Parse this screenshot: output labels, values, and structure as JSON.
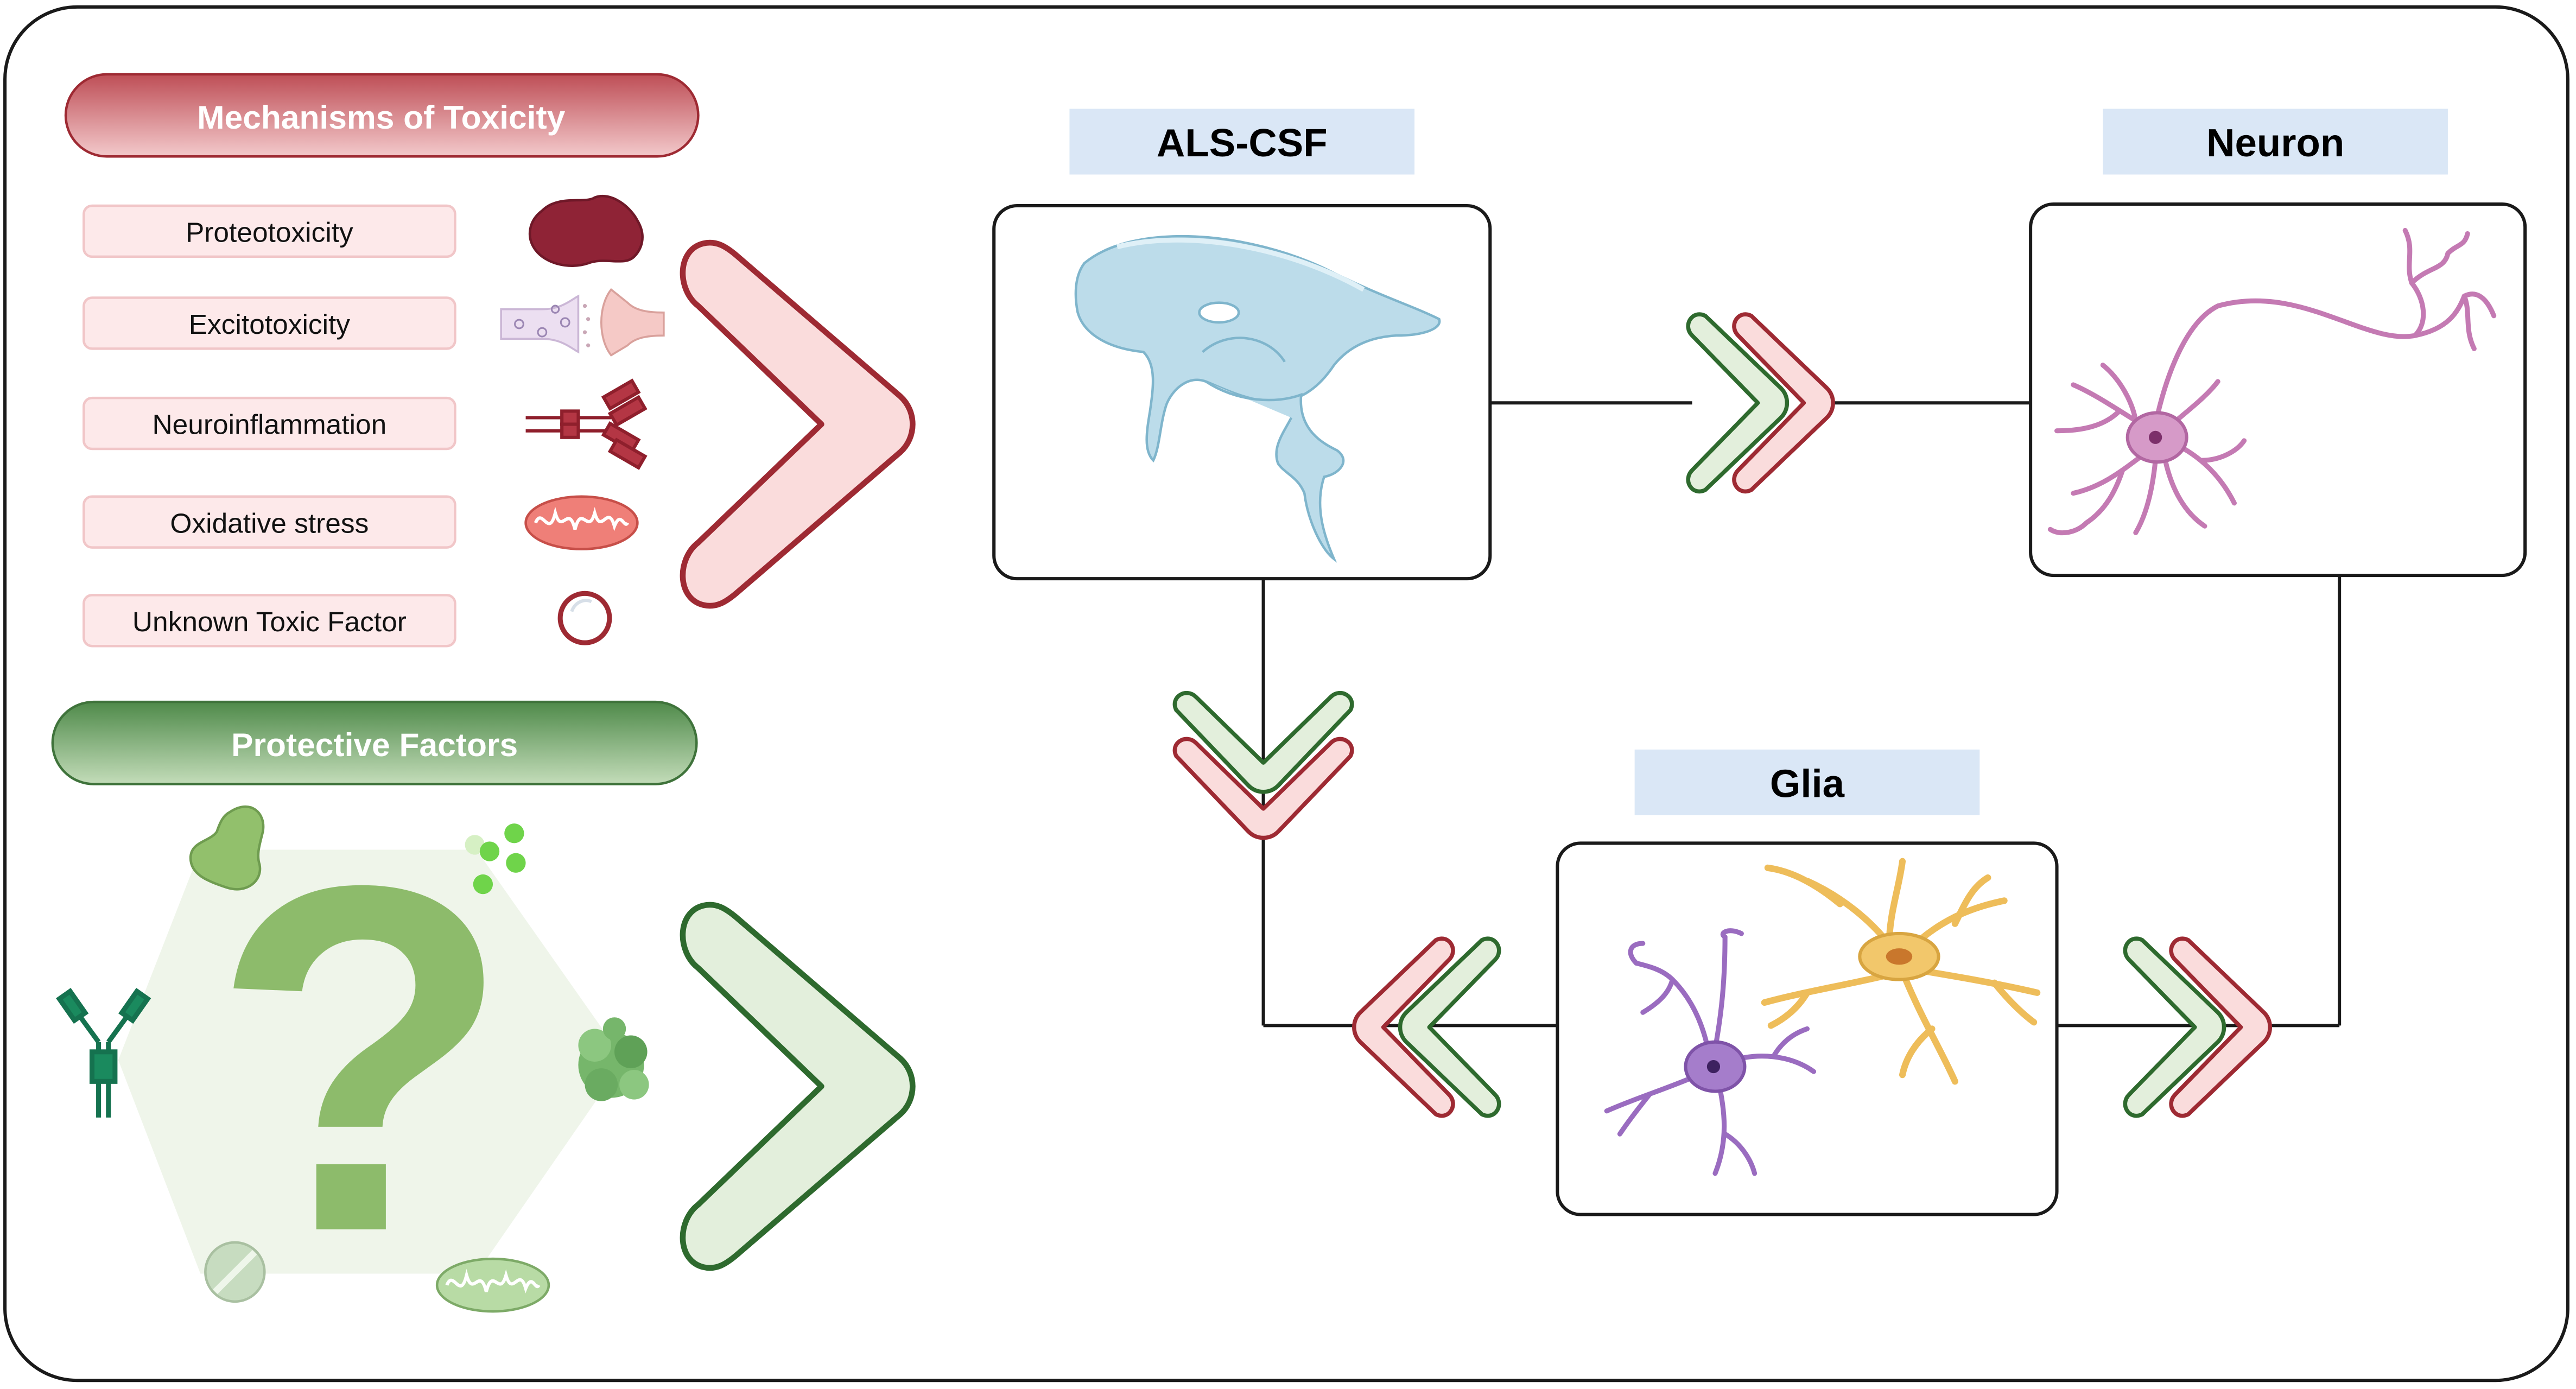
{
  "toxicity": {
    "header": "Mechanisms of Toxicity",
    "items": [
      {
        "label": "Proteotoxicity",
        "icon": "protein-aggregate-icon"
      },
      {
        "label": "Excitotoxicity",
        "icon": "synapse-icon"
      },
      {
        "label": "Neuroinflammation",
        "icon": "cytokine-receptor-icon"
      },
      {
        "label": "Oxidative stress",
        "icon": "mitochondria-icon"
      },
      {
        "label": "Unknown Toxic Factor",
        "icon": "unknown-factor-circle-icon"
      }
    ]
  },
  "protective": {
    "header": "Protective Factors",
    "symbol": "?",
    "icons": [
      "bacterium-icon",
      "green-particles-icon",
      "antibody-icon",
      "protein-complex-icon",
      "tablet-icon",
      "mitochondria-icon"
    ]
  },
  "nodes": {
    "als_csf": "ALS-CSF",
    "neuron": "Neuron",
    "glia": "Glia"
  },
  "colors": {
    "toxic_red": "#9e2a33",
    "toxic_fill": "#fbe0e1",
    "protective_green": "#2e6a2e",
    "protective_fill": "#e3efdc",
    "label_blue": "#dae7f6",
    "csf_blue": "#a9d3e6",
    "neuron_pink": "#c47ab3",
    "astrocyte_yellow": "#eebd5a",
    "microglia_purple": "#9a6cc0"
  }
}
